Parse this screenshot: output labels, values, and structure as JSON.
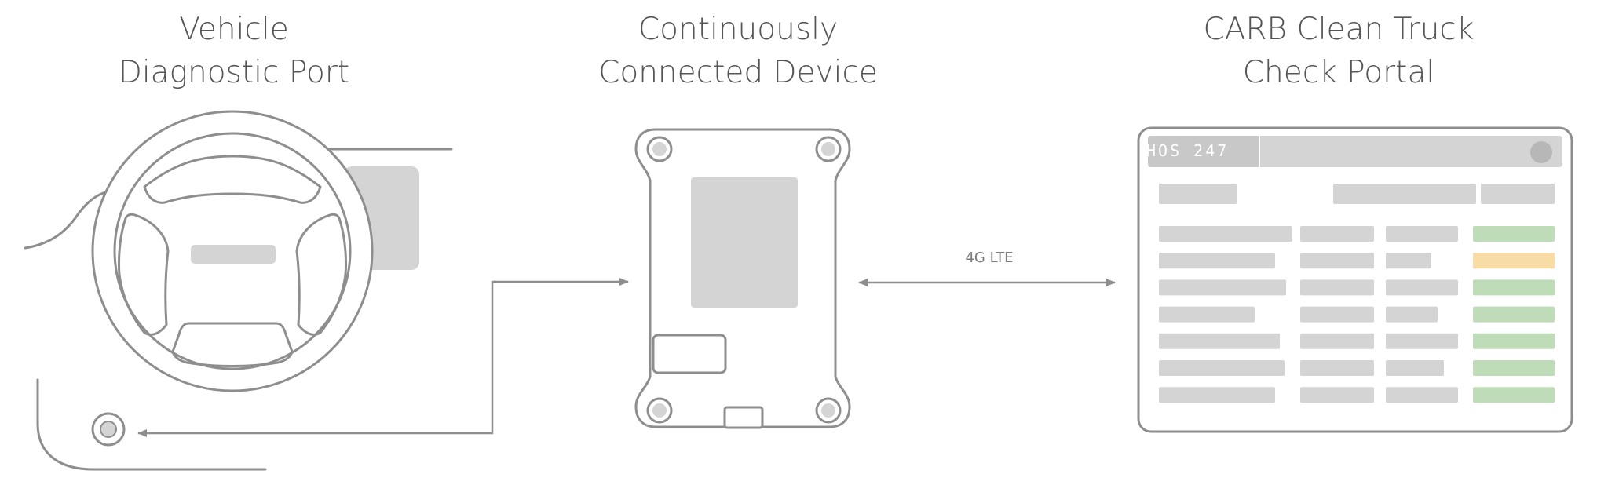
{
  "nodes": {
    "vehicle": {
      "title": "Vehicle\nDiagnostic Port"
    },
    "device": {
      "title": "Continuously\nConnected Device"
    },
    "portal": {
      "title": "CARB Clean Truck\nCheck Portal",
      "brand": "HOS 247"
    }
  },
  "connections": {
    "device_portal": {
      "label": "4G LTE",
      "direction": "bidirectional"
    },
    "vehicle_device": {
      "direction": "bidirectional"
    }
  },
  "colors": {
    "outline": "#8e8e8e",
    "placeholder": "#d4d4d4",
    "status_ok": "#bfdcb8",
    "status_warning": "#f7dca5"
  },
  "portal_table": {
    "rows": [
      {
        "status": "ok"
      },
      {
        "status": "warning"
      },
      {
        "status": "ok"
      },
      {
        "status": "ok"
      },
      {
        "status": "ok"
      },
      {
        "status": "ok"
      },
      {
        "status": "ok"
      }
    ]
  }
}
